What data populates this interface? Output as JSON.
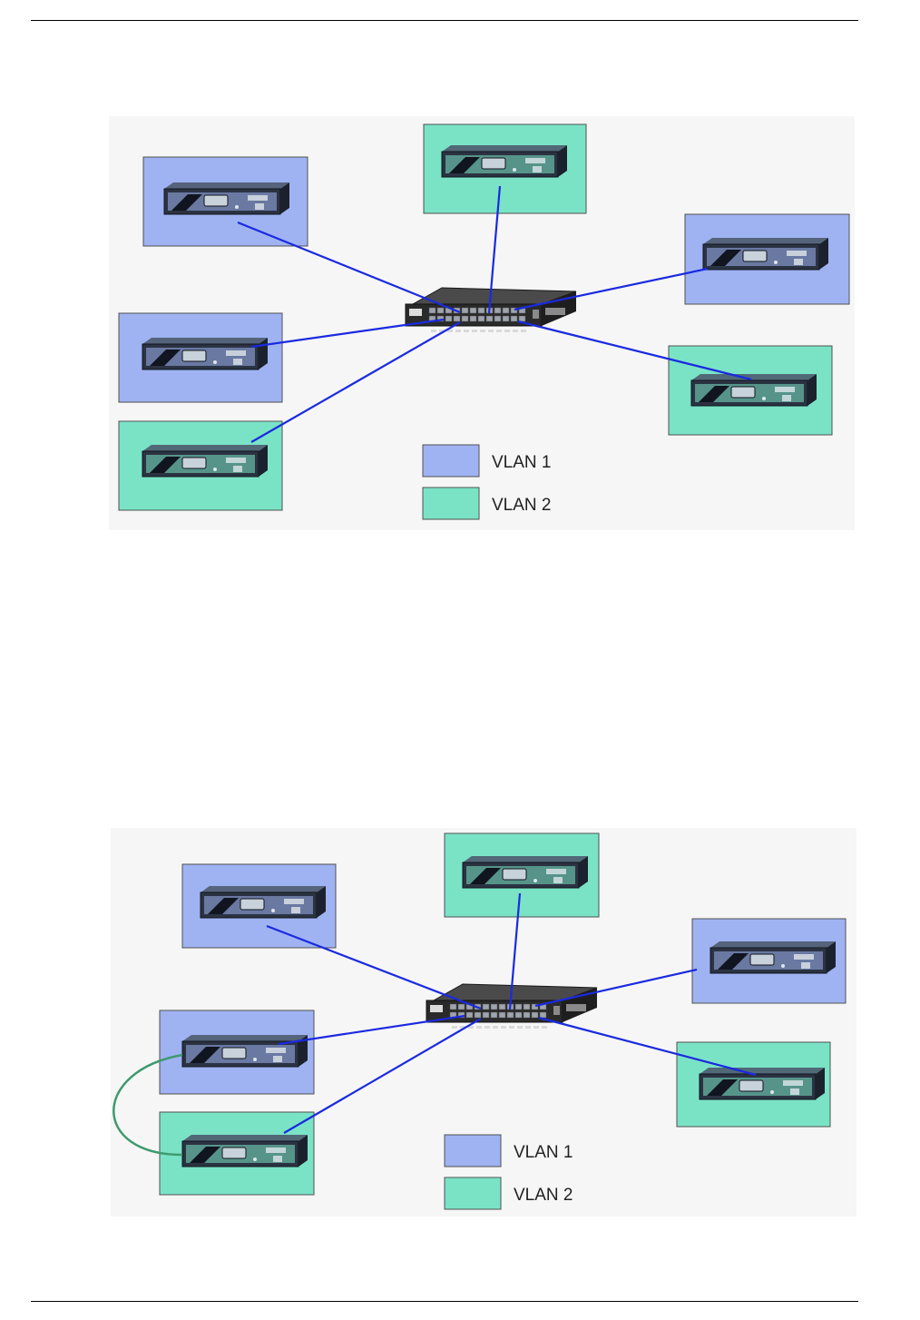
{
  "colors": {
    "vlan1": "#9fb3f2",
    "vlan2": "#7ae3c6",
    "border": "#505050",
    "link": "#1a2ae0",
    "crosslink": "#3f9a6e",
    "panel": "#f6f6f6"
  },
  "icons": {
    "device": "rack-appliance-icon",
    "switch": "network-switch-icon"
  },
  "diagrams": [
    {
      "devices": [
        {
          "vlan": 1
        },
        {
          "vlan": 2
        },
        {
          "vlan": 1
        },
        {
          "vlan": 1
        },
        {
          "vlan": 2
        },
        {
          "vlan": 2
        }
      ],
      "legend": [
        {
          "vlan": 1,
          "label": "VLAN 1"
        },
        {
          "vlan": 2,
          "label": "VLAN 2"
        }
      ]
    },
    {
      "devices": [
        {
          "vlan": 1
        },
        {
          "vlan": 2
        },
        {
          "vlan": 1
        },
        {
          "vlan": 1
        },
        {
          "vlan": 2
        },
        {
          "vlan": 2
        }
      ],
      "legend": [
        {
          "vlan": 1,
          "label": "VLAN 1"
        },
        {
          "vlan": 2,
          "label": "VLAN 2"
        }
      ]
    }
  ]
}
